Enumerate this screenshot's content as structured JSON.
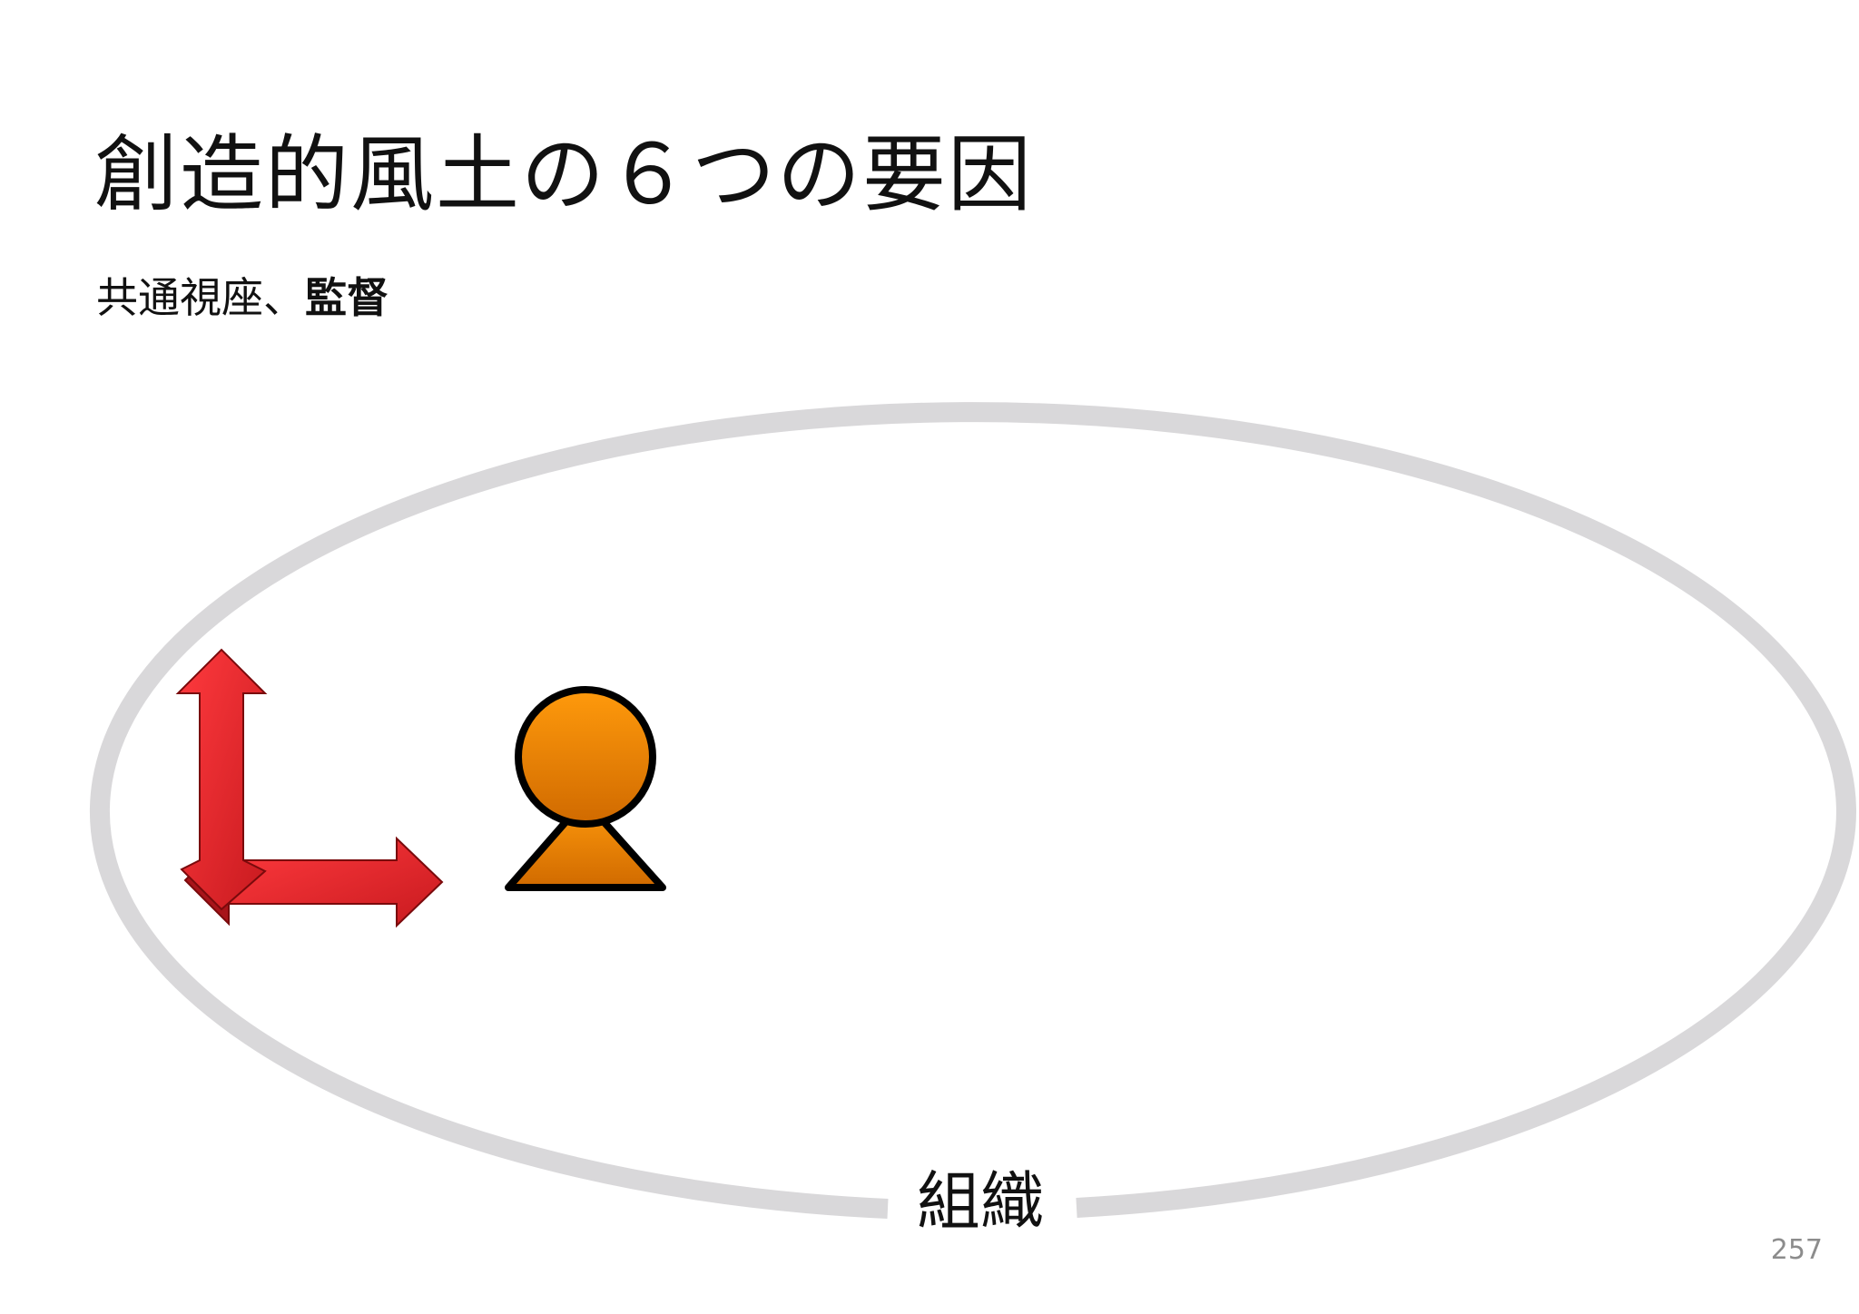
{
  "slide": {
    "title": "創造的風土の６つの要因",
    "subtitle_regular": "共通視座、",
    "subtitle_bold": "監督",
    "page_number": "257"
  },
  "diagram": {
    "organization_label": "組織",
    "colors": {
      "ellipse_stroke": "#d9d8da",
      "arrow_red": "#ee2a2e",
      "arrow_dark_red": "#b5151b",
      "person_orange": "#f08a06",
      "person_dark_orange": "#c96a00",
      "outline": "#000000"
    },
    "icons": [
      "red-l-arrow-icon",
      "person-icon"
    ]
  }
}
